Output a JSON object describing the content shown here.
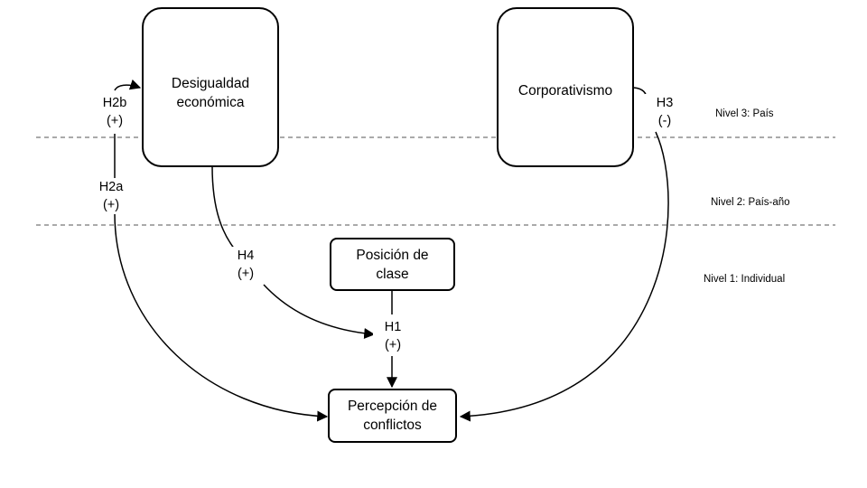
{
  "diagram": {
    "nodes": {
      "desigualdad": "Desigualdad\neconómica",
      "corporativismo": "Corporativismo",
      "posicion": "Posición de\nclase",
      "percepcion": "Percepción de\nconflictos"
    },
    "hypotheses": {
      "h2b": {
        "name": "H2b",
        "sign": "(+)"
      },
      "h2a": {
        "name": "H2a",
        "sign": "(+)"
      },
      "h3": {
        "name": "H3",
        "sign": "(-)"
      },
      "h4": {
        "name": "H4",
        "sign": "(+)"
      },
      "h1": {
        "name": "H1",
        "sign": "(+)"
      }
    },
    "levels": {
      "country": "Nivel 3: País",
      "country_year": "Nivel 2: País-año",
      "individual": "Nivel 1: Individual"
    }
  }
}
